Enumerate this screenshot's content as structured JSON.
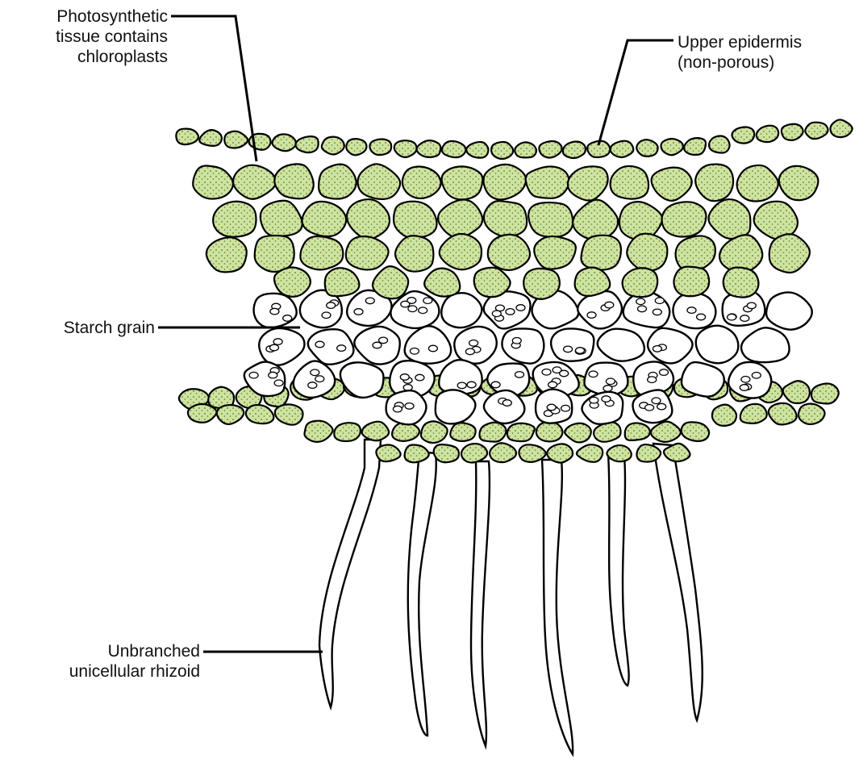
{
  "colors": {
    "tissue_fill": "#cfe3a0",
    "tissue_dot": "#5a7a2a",
    "cell_stroke": "#000000",
    "storage_fill": "#ffffff",
    "background": "#ffffff"
  },
  "labels": {
    "photosynthetic": [
      "Photosynthetic",
      "tissue contains",
      "chloroplasts"
    ],
    "upper_epidermis": [
      "Upper epidermis",
      "(non-porous)"
    ],
    "starch_grain": [
      "Starch grain"
    ],
    "rhizoid": [
      "Unbranched",
      "unicellular rhizoid"
    ]
  }
}
